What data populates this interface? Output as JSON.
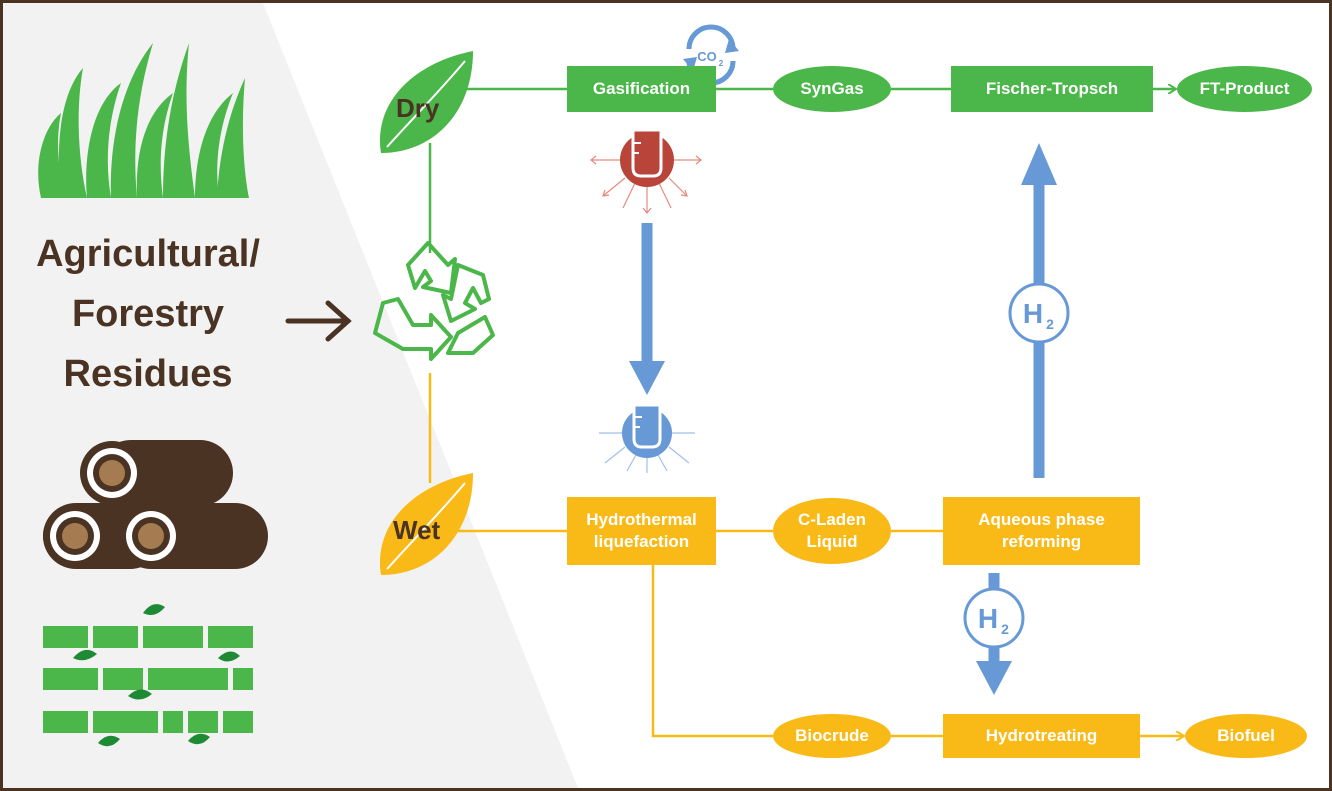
{
  "title": {
    "line1": "Agricultural/",
    "line2": "Forestry",
    "line3": "Residues"
  },
  "leaves": {
    "dry": "Dry",
    "wet": "Wet"
  },
  "nodes": {
    "gasification": "Gasification",
    "syngas": "SynGas",
    "fischer_tropsch": "Fischer-Tropsch",
    "ft_product": "FT-Product",
    "hydrothermal_line1": "Hydrothermal",
    "hydrothermal_line2": "liquefaction",
    "c_laden_line1": "C-Laden",
    "c_laden_line2": "Liquid",
    "aqueous_line1": "Aqueous phase",
    "aqueous_line2": "reforming",
    "biocrude": "Biocrude",
    "hydrotreating": "Hydrotreating",
    "biofuel": "Biofuel"
  },
  "badges": {
    "h2_symbol": "H",
    "h2_subscript": "2",
    "co2_symbol": "CO",
    "co2_subscript": "2"
  },
  "colors": {
    "green": "#4bb649",
    "yellow": "#f9b917",
    "blue": "#6699d6",
    "red": "#b8443a",
    "brown": "#4a3323",
    "background": "#f2f2f2"
  },
  "icons": [
    "grass-icon",
    "recycle-icon",
    "logs-icon",
    "bamboo-icon",
    "leaf-icon",
    "beaker-icon",
    "co2-cycle-icon",
    "arrow-icon"
  ]
}
